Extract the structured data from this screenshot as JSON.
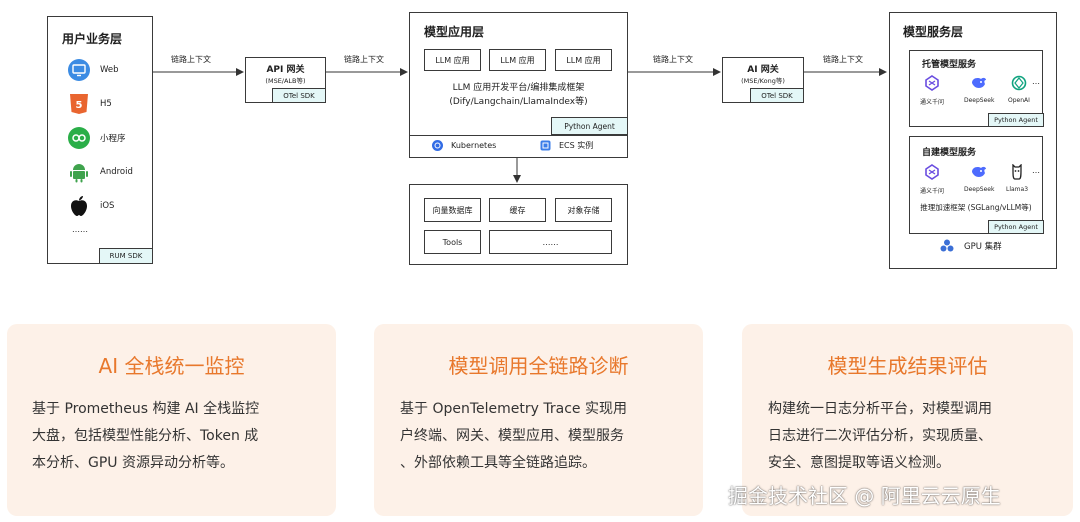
{
  "user_layer": {
    "title": "用户业务层",
    "clients": [
      {
        "label": "Web",
        "icon": "monitor-icon",
        "color": "#3b8be3"
      },
      {
        "label": "H5",
        "icon": "html5-icon",
        "color": "#e9652f"
      },
      {
        "label": "小程序",
        "icon": "miniprogram-icon",
        "color": "#2aae48"
      },
      {
        "label": "Android",
        "icon": "android-icon",
        "color": "#3fa34d"
      },
      {
        "label": "iOS",
        "icon": "apple-icon",
        "color": "#111111"
      }
    ],
    "more": "……",
    "sdk": "RUM SDK"
  },
  "arrows": {
    "label1": "链路上下文",
    "label2": "链路上下文",
    "label3": "链路上下文",
    "label4": "链路上下文"
  },
  "api_gateway": {
    "title": "API 网关",
    "subtitle": "(MSE/ALB等)",
    "sdk": "OTel SDK"
  },
  "model_app_layer": {
    "title": "模型应用层",
    "apps": [
      "LLM 应用",
      "LLM 应用",
      "LLM 应用"
    ],
    "platform_line1": "LLM 应用开发平台/编排集成框架",
    "platform_line2": "(Dify/Langchain/LlamaIndex等)",
    "agent": "Python Agent",
    "infra": [
      {
        "label": "Kubernetes",
        "icon": "kubernetes-icon"
      },
      {
        "label": "ECS 实例",
        "icon": "ecs-icon"
      }
    ]
  },
  "dependencies": {
    "row1": [
      "向量数据库",
      "缓存",
      "对象存储"
    ],
    "row2": [
      "Tools",
      "……"
    ]
  },
  "ai_gateway": {
    "title": "AI 网关",
    "subtitle": "(MSE/Kong等)",
    "sdk": "OTel SDK"
  },
  "model_service_layer": {
    "title": "模型服务层",
    "hosted": {
      "title": "托管模型服务",
      "models": [
        {
          "label": "通义千问",
          "icon": "tongyi-icon"
        },
        {
          "label": "DeepSeek",
          "icon": "deepseek-icon"
        },
        {
          "label": "OpenAI",
          "icon": "openai-icon"
        }
      ],
      "more": "…",
      "agent": "Python Agent"
    },
    "self_built": {
      "title": "自建模型服务",
      "models": [
        {
          "label": "通义千问",
          "icon": "tongyi-icon"
        },
        {
          "label": "DeepSeek",
          "icon": "deepseek-icon"
        },
        {
          "label": "Llama3",
          "icon": "llama-icon"
        }
      ],
      "more": "…",
      "framework": "推理加速框架 (SGLang/vLLM等)",
      "agent": "Python Agent"
    },
    "gpu": "GPU 集群"
  },
  "cards": [
    {
      "title": "AI 全栈统一监控",
      "lines": [
        "基于 Prometheus 构建 AI 全栈监控",
        "大盘，包括模型性能分析、Token 成",
        "本分析、GPU 资源异动分析等。"
      ]
    },
    {
      "title": "模型调用全链路诊断",
      "lines": [
        "基于 OpenTelemetry Trace 实现用",
        "户终端、网关、模型应用、模型服务",
        "、外部依赖工具等全链路追踪。"
      ]
    },
    {
      "title": "模型生成结果评估",
      "lines": [
        "构建统一日志分析平台，对模型调用",
        "日志进行二次评估分析，实现质量、",
        "安全、意图提取等语义检测。"
      ]
    }
  ],
  "watermark": "掘金技术社区 @ 阿里云云原生",
  "colors": {
    "accent": "#e8782c",
    "card_bg": "#fdf1e8",
    "agent_bg": "#e4f7f7"
  }
}
